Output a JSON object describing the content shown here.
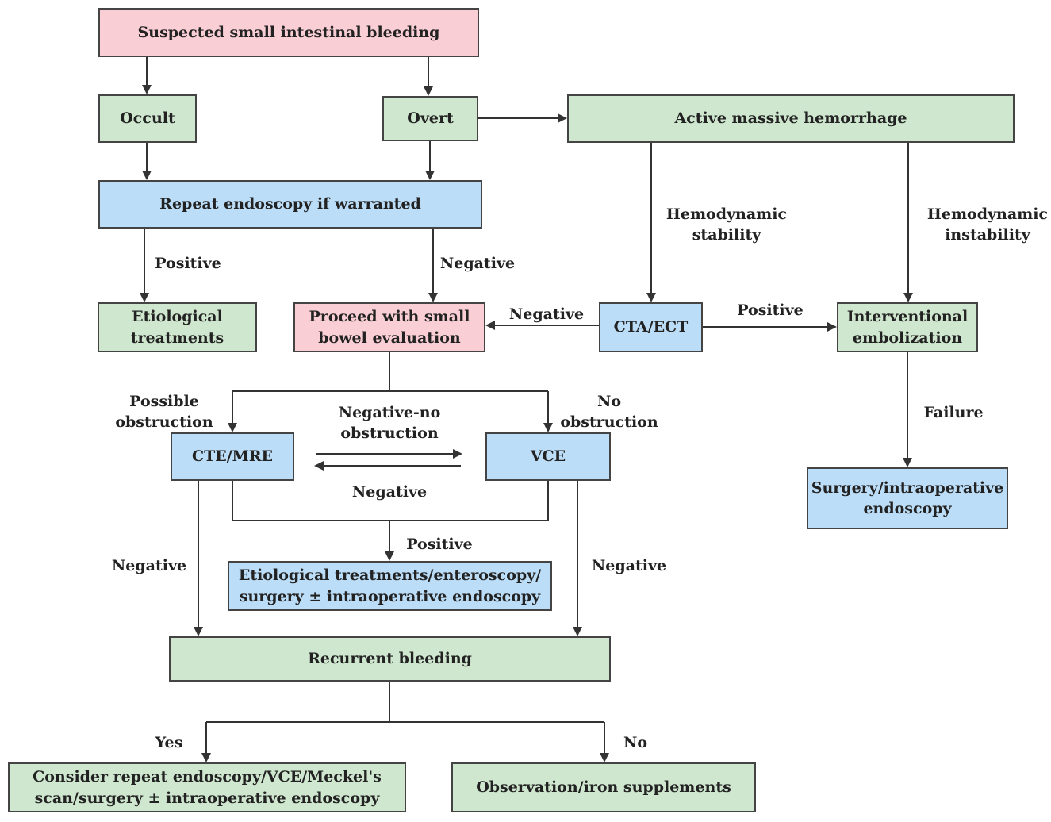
{
  "colors": {
    "pink": "#f9ced4",
    "green": "#cfe7cf",
    "blue": "#bcddf7",
    "border": "#444444",
    "line": "#333333"
  },
  "nodes": {
    "suspected": "Suspected small intestinal bleeding",
    "occult": "Occult",
    "overt": "Overt",
    "active": "Active massive hemorrhage",
    "repeat_endoscopy": "Repeat endoscopy if warranted",
    "etiological": [
      "Etiological",
      "treatments"
    ],
    "proceed": [
      "Proceed with small",
      "bowel evaluation"
    ],
    "cta_ect": "CTA/ECT",
    "interventional": [
      "Interventional",
      "embolization"
    ],
    "cte_mre": "CTE/MRE",
    "vce": "VCE",
    "surgery_intraop": [
      "Surgery/intraoperative",
      "endoscopy"
    ],
    "etiological_enteroscopy": [
      "Etiological treatments/enteroscopy/",
      "surgery ± intraoperative endoscopy"
    ],
    "recurrent": "Recurrent bleeding",
    "consider_repeat": [
      "Consider repeat endoscopy/VCE/Meckel's",
      "scan/surgery ± intraoperative endoscopy"
    ],
    "observation": "Observation/iron supplements"
  },
  "edge_labels": {
    "hemo_stability": [
      "Hemodynamic",
      "stability"
    ],
    "hemo_instability": [
      "Hemodynamic",
      "instability"
    ],
    "positive_etiological": "Positive",
    "negative_proceed": "Negative",
    "negative_cta": "Negative",
    "positive_cta": "Positive",
    "failure": "Failure",
    "possible_obstruction": [
      "Possible",
      "obstruction"
    ],
    "no_obstruction": [
      "No",
      "obstruction"
    ],
    "negative_no_obstruction": [
      "Negative-no",
      "obstruction"
    ],
    "negative_between": "Negative",
    "positive_tests": "Positive",
    "negative_left": "Negative",
    "negative_right": "Negative",
    "yes": "Yes",
    "no": "No"
  }
}
